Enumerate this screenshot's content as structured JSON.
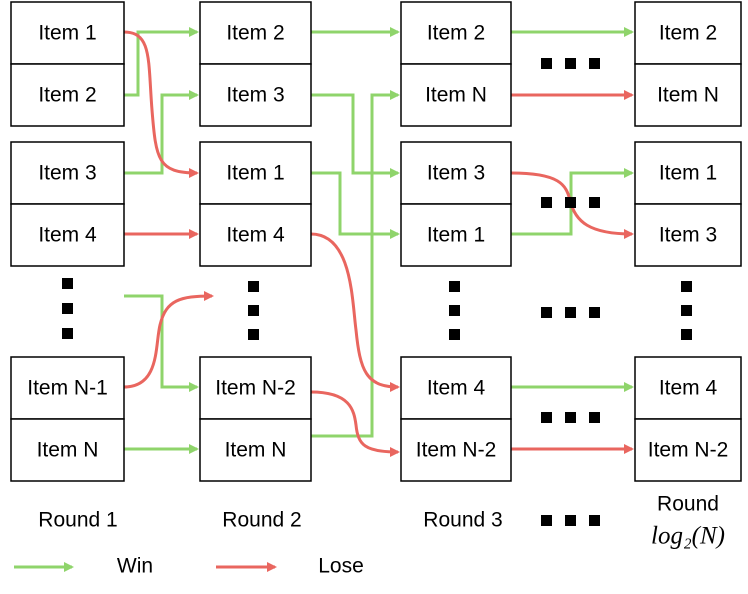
{
  "colors": {
    "win": "#8fd46b",
    "lose": "#e9665f"
  },
  "rounds": [
    {
      "label": "Round 1",
      "items": [
        "Item 1",
        "Item 2",
        "Item 3",
        "Item 4",
        "Item N-1",
        "Item N"
      ]
    },
    {
      "label": "Round 2",
      "items": [
        "Item 2",
        "Item 3",
        "Item 1",
        "Item 4",
        "Item N-2",
        "Item N"
      ]
    },
    {
      "label": "Round 3",
      "items": [
        "Item 2",
        "Item N",
        "Item 3",
        "Item 1",
        "Item 4",
        "Item N-2"
      ]
    },
    {
      "label": "Round",
      "label_math": "log₂(N)",
      "items": [
        "Item 2",
        "Item N",
        "Item 1",
        "Item 3",
        "Item 4",
        "Item N-2"
      ]
    }
  ],
  "legend": {
    "win": "Win",
    "lose": "Lose"
  }
}
